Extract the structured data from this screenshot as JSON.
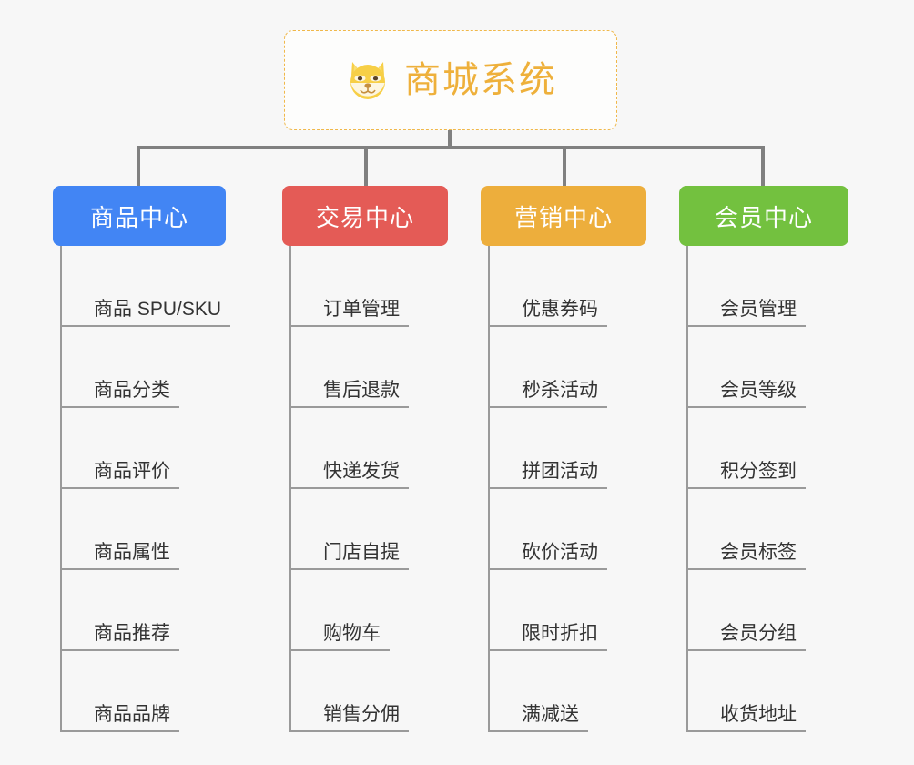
{
  "canvas": {
    "background": "#f7f7f7",
    "line_color": "#808080",
    "leaf_line_color": "#9a9a9a"
  },
  "root": {
    "title": "商城系统",
    "icon": "shiba-dog-emoji",
    "border_color": "#f0b84a",
    "text_color": "#eeb03b",
    "background": "#fdfdfc"
  },
  "columns": [
    {
      "title": "商品中心",
      "color": "#4285f4",
      "items": [
        "商品 SPU/SKU",
        "商品分类",
        "商品评价",
        "商品属性",
        "商品推荐",
        "商品品牌"
      ]
    },
    {
      "title": "交易中心",
      "color": "#e45b56",
      "items": [
        "订单管理",
        "售后退款",
        "快递发货",
        "门店自提",
        "购物车",
        "销售分佣"
      ]
    },
    {
      "title": "营销中心",
      "color": "#edae3c",
      "items": [
        "优惠券码",
        "秒杀活动",
        "拼团活动",
        "砍价活动",
        "限时折扣",
        "满减送"
      ]
    },
    {
      "title": "会员中心",
      "color": "#73c13f",
      "items": [
        "会员管理",
        "会员等级",
        "积分签到",
        "会员标签",
        "会员分组",
        "收货地址"
      ]
    }
  ]
}
